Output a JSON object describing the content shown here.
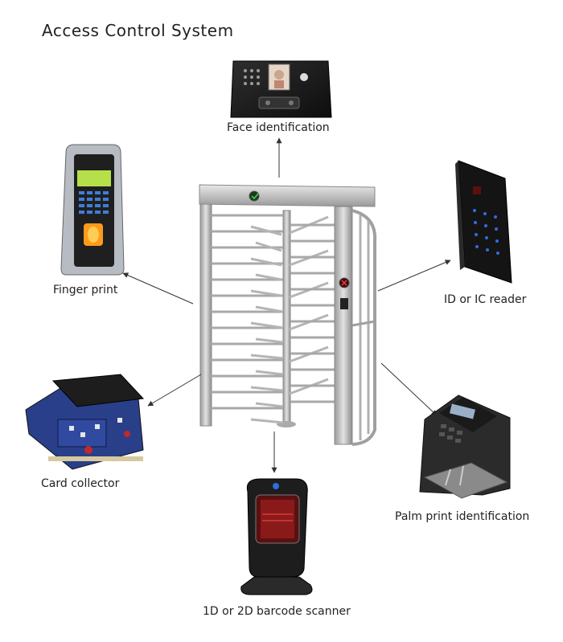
{
  "title": "Access Control System",
  "devices": {
    "face": "Face identification",
    "finger": "Finger print",
    "idic": "ID or IC reader",
    "card": "Card collector",
    "palm": "Palm print identification",
    "barcode": "1D or 2D barcode scanner"
  },
  "colors": {
    "steel": "#b9b9b9",
    "device_dark": "#1c1c1c",
    "keypad_blue": "#2f6de0",
    "pcb_blue": "#2a3f8a",
    "arrow": "#333333"
  }
}
